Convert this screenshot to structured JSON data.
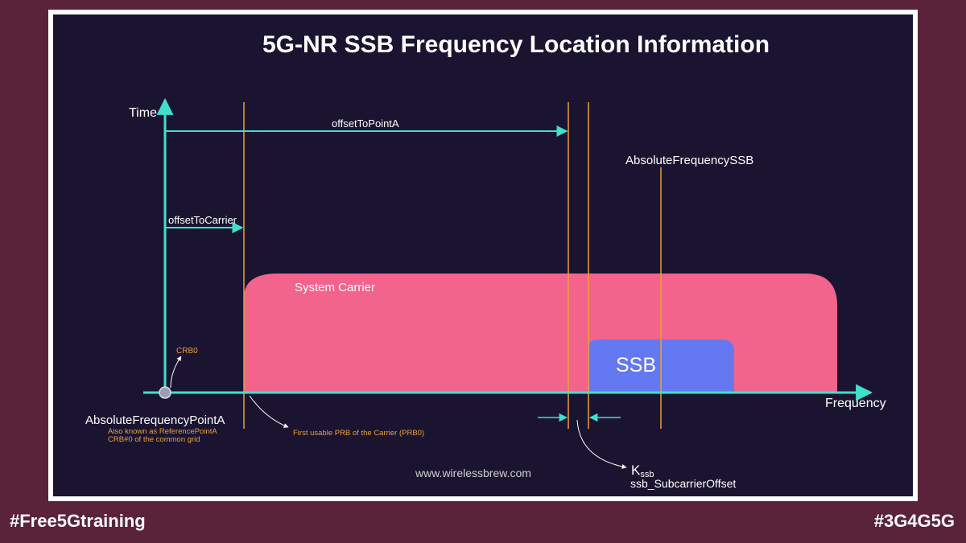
{
  "title": "5G-NR SSB Frequency Location Information",
  "axes": {
    "y_label": "Time",
    "x_label": "Frequency"
  },
  "labels": {
    "offset_to_point_a": "offsetToPointA",
    "offset_to_carrier": "offsetToCarrier",
    "absolute_frequency_ssb": "AbsoluteFrequencySSB",
    "system_carrier": "System Carrier",
    "ssb": "SSB",
    "crb0": "CRB0",
    "absolute_frequency_point_a": "AbsoluteFrequencyPointA",
    "point_a_note_1": "Also known as ReferencePointA",
    "point_a_note_2": "CRB#0 of the common grid",
    "first_usable_prb": "First usable PRB of the Carrier (PRB0)",
    "k_main": "K",
    "k_sub": "ssb",
    "ssb_subcarrier_offset": "ssb_SubcarrierOffset",
    "website": "www.wirelessbrew.com"
  },
  "footer": {
    "left": "#Free5Gtraining",
    "right": "#3G4G5G"
  },
  "colors": {
    "background": "#5a2339",
    "panel": "#1a1431",
    "axis": "#3fe0cc",
    "marker": "#e8a13a",
    "carrier": "#f2648c",
    "ssb_block": "#6478f2",
    "annotation": "#e8a13a"
  }
}
